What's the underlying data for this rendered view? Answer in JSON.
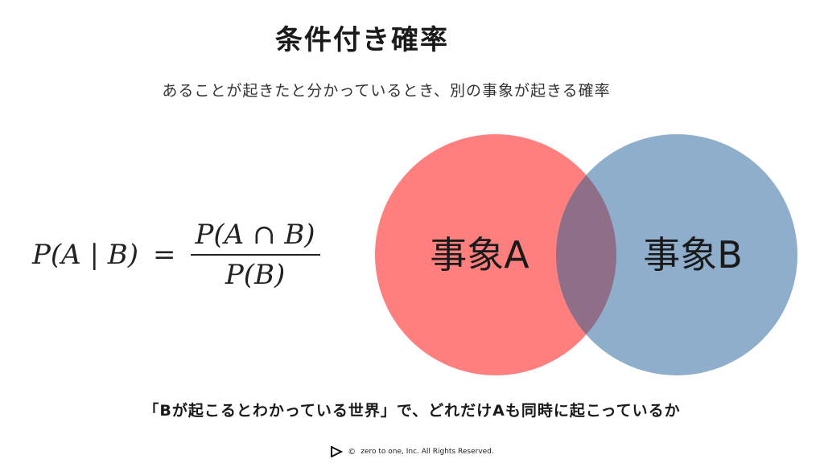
{
  "title": "条件付き確率",
  "subtitle": "あることが起きたと分かっているとき、別の事象が起きる確率",
  "formula": {
    "lhs": "P(A | B)",
    "equals": "=",
    "numerator": "P(A ∩ B)",
    "denominator": "P(B)"
  },
  "venn": {
    "event_a": {
      "label": "事象A",
      "color": "#FF7F7F"
    },
    "event_b": {
      "label": "事象B",
      "color": "#8EAECC"
    },
    "intersection_color": "#8F6E87"
  },
  "caption": "「Bが起こるとわかっている世界」で、どれだけAも同時に起こっているか",
  "footer": {
    "logo_icon": "play-triangle-logo",
    "copyright_symbol": "©",
    "text": "zero to one, Inc. All Rights Reserved."
  }
}
